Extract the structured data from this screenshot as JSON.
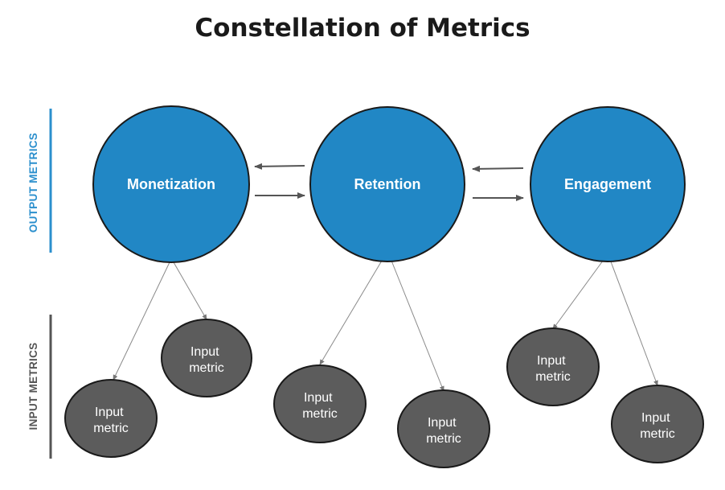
{
  "title": "Constellation of Metrics",
  "axis_labels": {
    "output": "OUTPUT METRICS",
    "input": "INPUT METRICS"
  },
  "colors": {
    "output_fill": "#2187c5",
    "output_label": "#2b8fcd",
    "input_fill": "#5c5c5c",
    "input_label": "#555555",
    "stroke": "#1a1a1a",
    "arrow": "#555555",
    "connector": "#8a8a8a",
    "title": "#1a1a1a"
  },
  "output_metrics": [
    {
      "label": "Monetization"
    },
    {
      "label": "Retention"
    },
    {
      "label": "Engagement"
    }
  ],
  "input_metrics": [
    {
      "line1": "Input",
      "line2": "metric",
      "parent": 0
    },
    {
      "line1": "Input",
      "line2": "metric",
      "parent": 0
    },
    {
      "line1": "Input",
      "line2": "metric",
      "parent": 1
    },
    {
      "line1": "Input",
      "line2": "metric",
      "parent": 1
    },
    {
      "line1": "Input",
      "line2": "metric",
      "parent": 2
    },
    {
      "line1": "Input",
      "line2": "metric",
      "parent": 2
    }
  ],
  "flows": [
    {
      "from": 1,
      "to": 0
    },
    {
      "from": 0,
      "to": 1
    },
    {
      "from": 2,
      "to": 1
    },
    {
      "from": 1,
      "to": 2
    }
  ]
}
